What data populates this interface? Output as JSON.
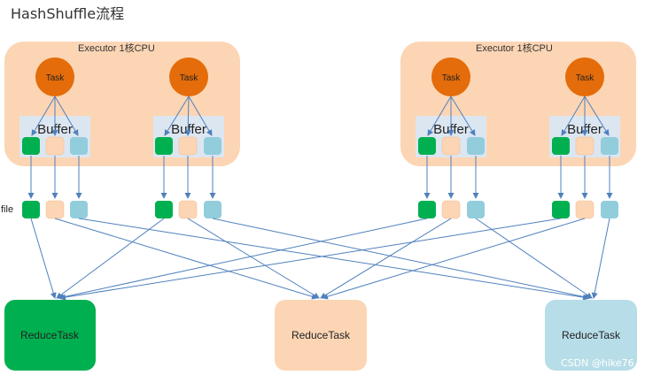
{
  "title": "HashShuffle流程",
  "executors": [
    {
      "label": "Executor 1核CPU",
      "tasks": [
        {
          "label": "Task",
          "buffer_label": "Buffer"
        },
        {
          "label": "Task",
          "buffer_label": "Buffer"
        }
      ]
    },
    {
      "label": "Executor 1核CPU",
      "tasks": [
        {
          "label": "Task",
          "buffer_label": "Buffer"
        },
        {
          "label": "Task",
          "buffer_label": "Buffer"
        }
      ]
    }
  ],
  "file_label": "file",
  "reduce_tasks": [
    {
      "label": "ReduceTask",
      "color": "#00b050"
    },
    {
      "label": "ReduceTask",
      "color": "#fcd5b4"
    },
    {
      "label": "ReduceTask",
      "color": "#b7dde8"
    }
  ],
  "partition_colors": [
    "#00b050",
    "#fcd5b4",
    "#92cddc"
  ],
  "colors": {
    "executor_fill": "#fcd5b4",
    "task_fill": "#e46c0a",
    "buffer_fill": "#dce6f1",
    "arrow": "#4f81bd"
  },
  "watermark": "CSDN @hike76"
}
